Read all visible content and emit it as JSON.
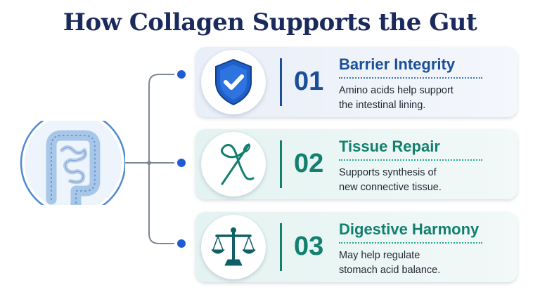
{
  "title": "How Collagen Supports the Gut",
  "colors": {
    "title": "#1a2a5c",
    "blue_accent": "#1a4f9a",
    "teal_accent": "#12806f",
    "connector": "#7d8794",
    "node_dot": "#1f5bd4"
  },
  "center": {
    "icon": "intestine-icon"
  },
  "items": [
    {
      "number": "01",
      "heading": "Barrier Integrity",
      "description_line1": "Amino acids help support",
      "description_line2": "the intestinal lining.",
      "icon": "shield-check-icon"
    },
    {
      "number": "02",
      "heading": "Tissue Repair",
      "description_line1": "Supports synthesis of",
      "description_line2": "new connective tissue.",
      "icon": "needle-thread-icon"
    },
    {
      "number": "03",
      "heading": "Digestive Harmony",
      "description_line1": "May help regulate",
      "description_line2": "stomach acid balance.",
      "icon": "balance-scale-icon"
    }
  ]
}
